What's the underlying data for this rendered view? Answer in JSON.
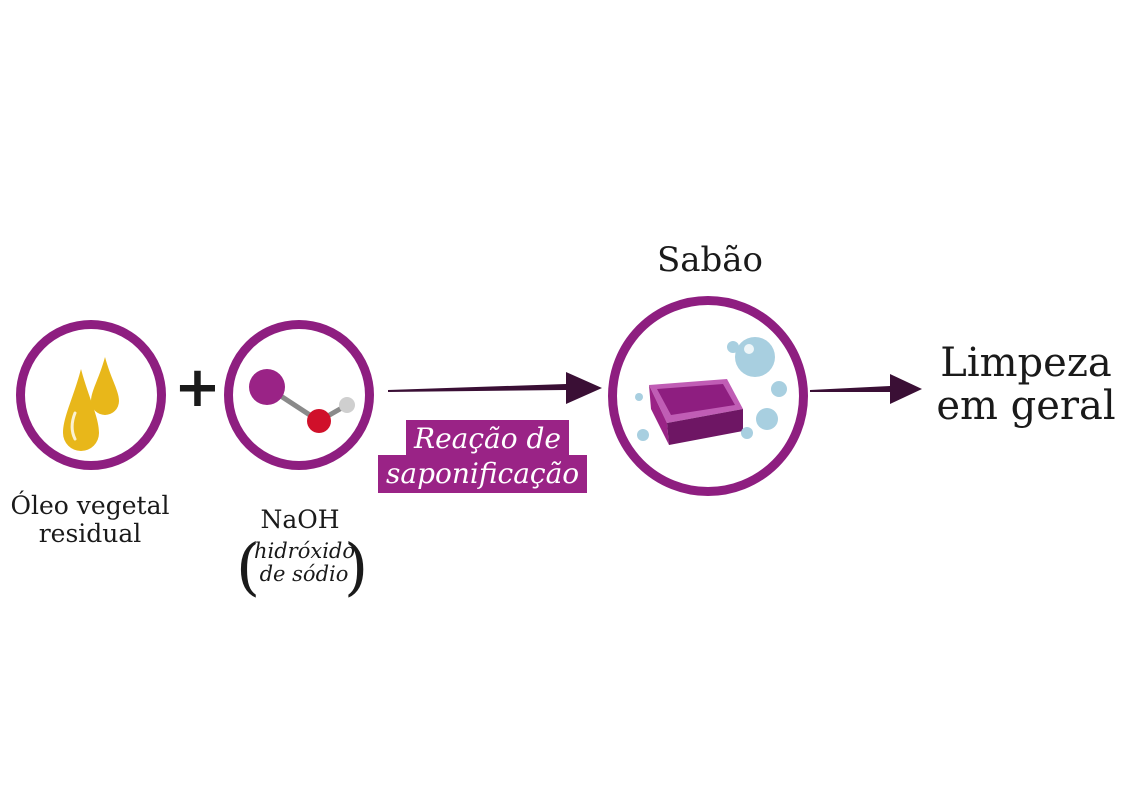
{
  "reagents": {
    "oil": {
      "line1": "Óleo vegetal",
      "line2": "residual",
      "icon": "oil-drops-icon"
    },
    "plus": "+",
    "naoh": {
      "formula": "NaOH",
      "name_line1": "hidróxido",
      "name_line2": "de sódio",
      "icon": "molecule-icon"
    }
  },
  "reaction": {
    "line1": "Reação de",
    "line2": "saponificação"
  },
  "product": {
    "title": "Sabão",
    "icon": "soap-bar-icon"
  },
  "result": {
    "line1": "Limpeza",
    "line2": "em geral"
  },
  "colors": {
    "accent": "#8e1e80",
    "arrow": "#3a0f35",
    "drop": "#e8b71a",
    "bubble": "#a8cfe0",
    "atom_purple": "#9a2386",
    "atom_red": "#d0102a",
    "atom_gray": "#cfcfcf"
  }
}
